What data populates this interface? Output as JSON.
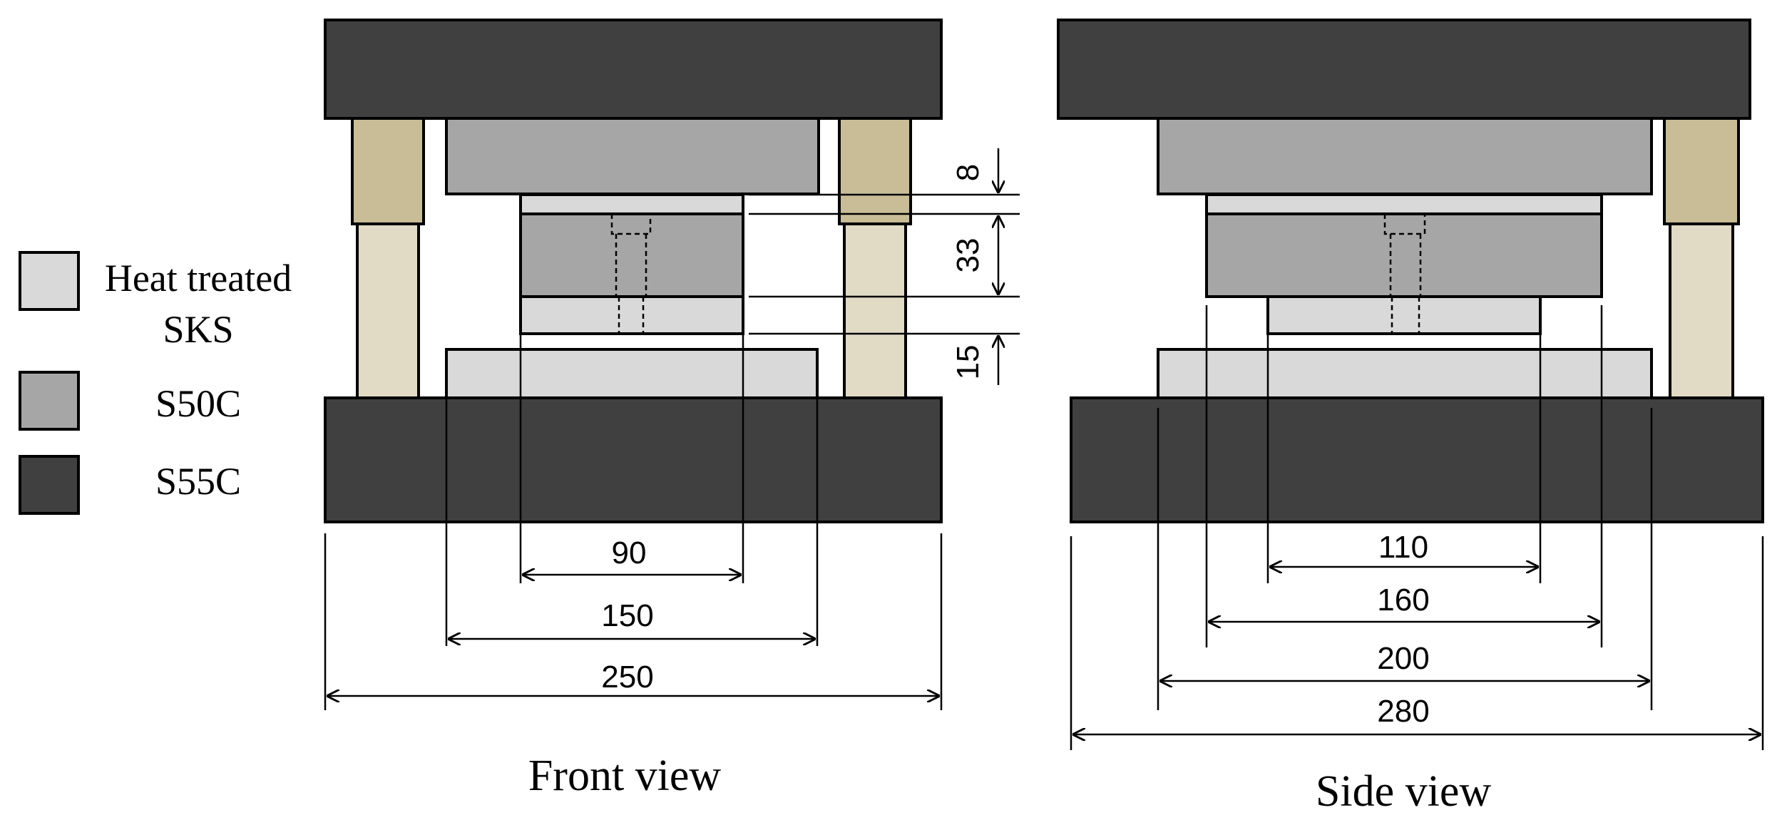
{
  "colors": {
    "heat_treated_sks": "#d9d9d9",
    "s50c": "#a6a6a6",
    "s55c": "#404040",
    "guide_post_dark": "#c8bd97",
    "guide_post_light": "#e1dac5",
    "stroke": "#000000"
  },
  "legend": {
    "items": [
      {
        "label_line1": "Heat treated",
        "label_line2": "SKS",
        "color_key": "heat_treated_sks"
      },
      {
        "label_line1": "S50C",
        "label_line2": "",
        "color_key": "s50c"
      },
      {
        "label_line1": "S55C",
        "label_line2": "",
        "color_key": "s55c"
      }
    ]
  },
  "front_view": {
    "caption": "Front view",
    "dims": {
      "width_90": "90",
      "width_150": "150",
      "width_250": "250"
    },
    "thickness": {
      "t8": "8",
      "t33": "33",
      "t15": "15"
    }
  },
  "side_view": {
    "caption": "Side view",
    "dims": {
      "width_110": "110",
      "width_160": "160",
      "width_200": "200",
      "width_280": "280"
    }
  }
}
